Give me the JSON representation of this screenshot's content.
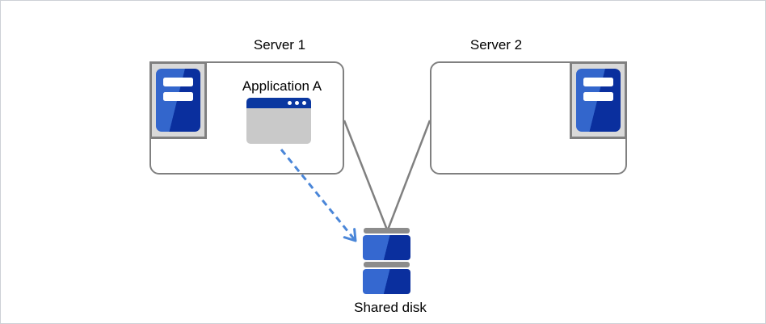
{
  "servers": [
    {
      "label": "Server 1",
      "application": "Application A"
    },
    {
      "label": "Server 2"
    }
  ],
  "shared_disk": {
    "label": "Shared disk"
  },
  "icons": {
    "server1_icon": "server-tower-icon",
    "server2_icon": "server-tower-icon",
    "application_icon": "application-window-icon",
    "shared_disk_icon": "disk-stack-icon",
    "access_arrow": "dashed-arrow-icon"
  },
  "colors": {
    "node_border": "#808080",
    "connector_line": "#808080",
    "icon_panel_bg": "#d9d9d9",
    "tower_blue_light": "#3366cc",
    "tower_blue_dark": "#0a2f9e",
    "window_titlebar_blue": "#0a37a0",
    "window_body_gray": "#c9c9c9",
    "disk_cap_gray": "#8c8c8c",
    "arrow_blue": "#4a86d8",
    "canvas_border": "#cdd1d6",
    "background": "#ffffff"
  }
}
